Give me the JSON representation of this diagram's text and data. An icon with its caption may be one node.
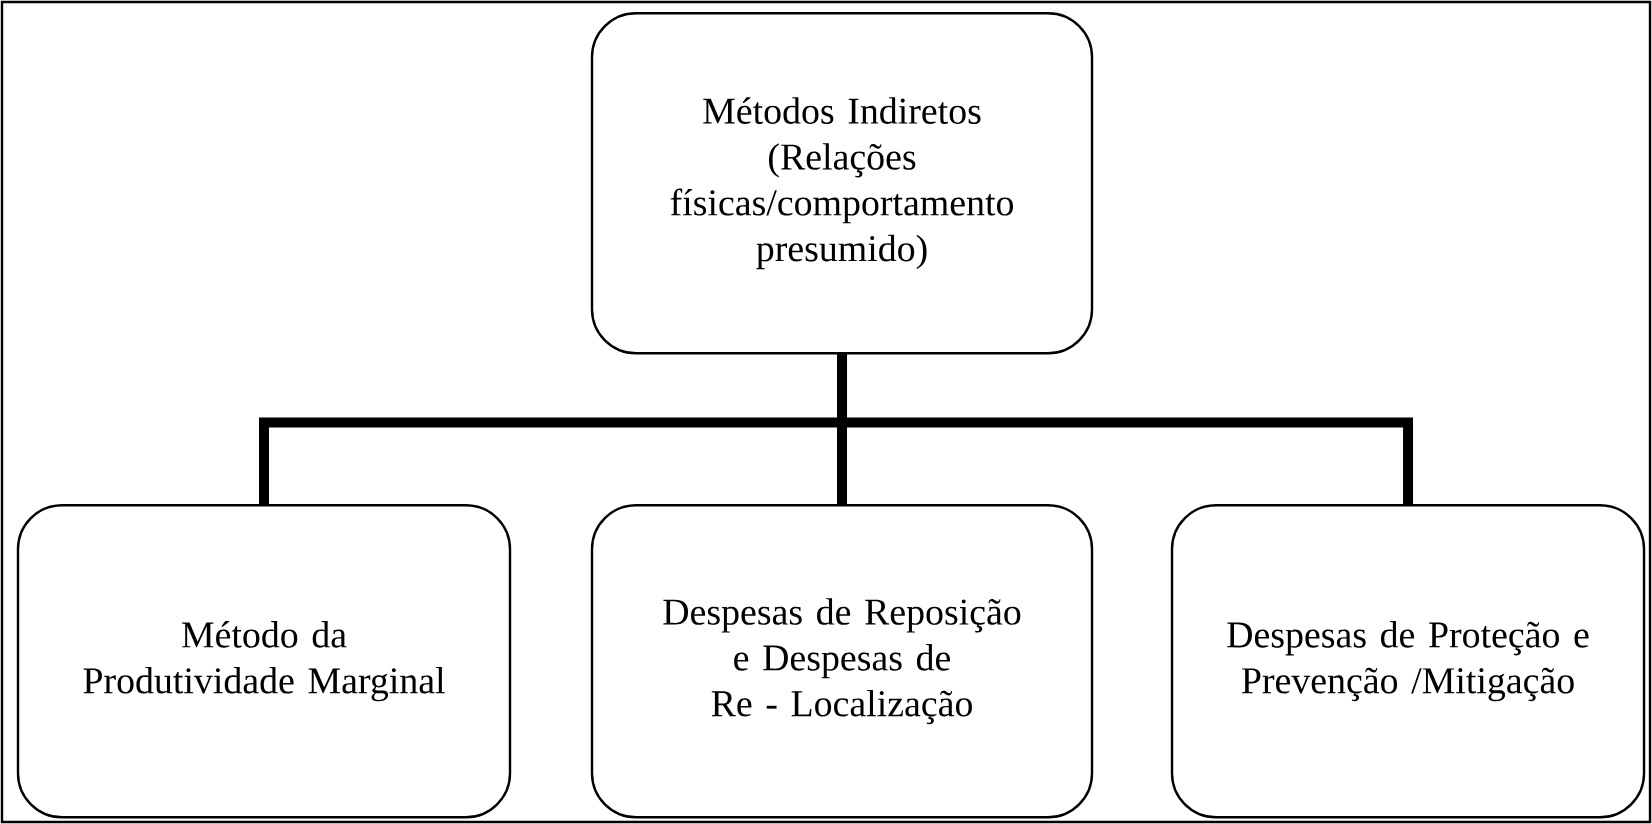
{
  "diagram": {
    "nodes": [
      {
        "text": [
          "Métodos Indiretos (Relações físicas/comportamento presumido)"
        ]
      },
      {
        "text": [
          "Método da Produtividade Marginal"
        ]
      },
      {
        "text": [
          "Despesas de Reposição e Despesas de Re - Localização"
        ]
      },
      {
        "text": [
          "Despesas de Proteção e Prevenção /Mitigação"
        ]
      }
    ],
    "edges": [
      {
        "from": 0,
        "to": 1,
        "arrow": "none"
      },
      {
        "from": 0,
        "to": 2,
        "arrow": "none"
      },
      {
        "from": 0,
        "to": 3,
        "arrow": "none"
      }
    ]
  }
}
